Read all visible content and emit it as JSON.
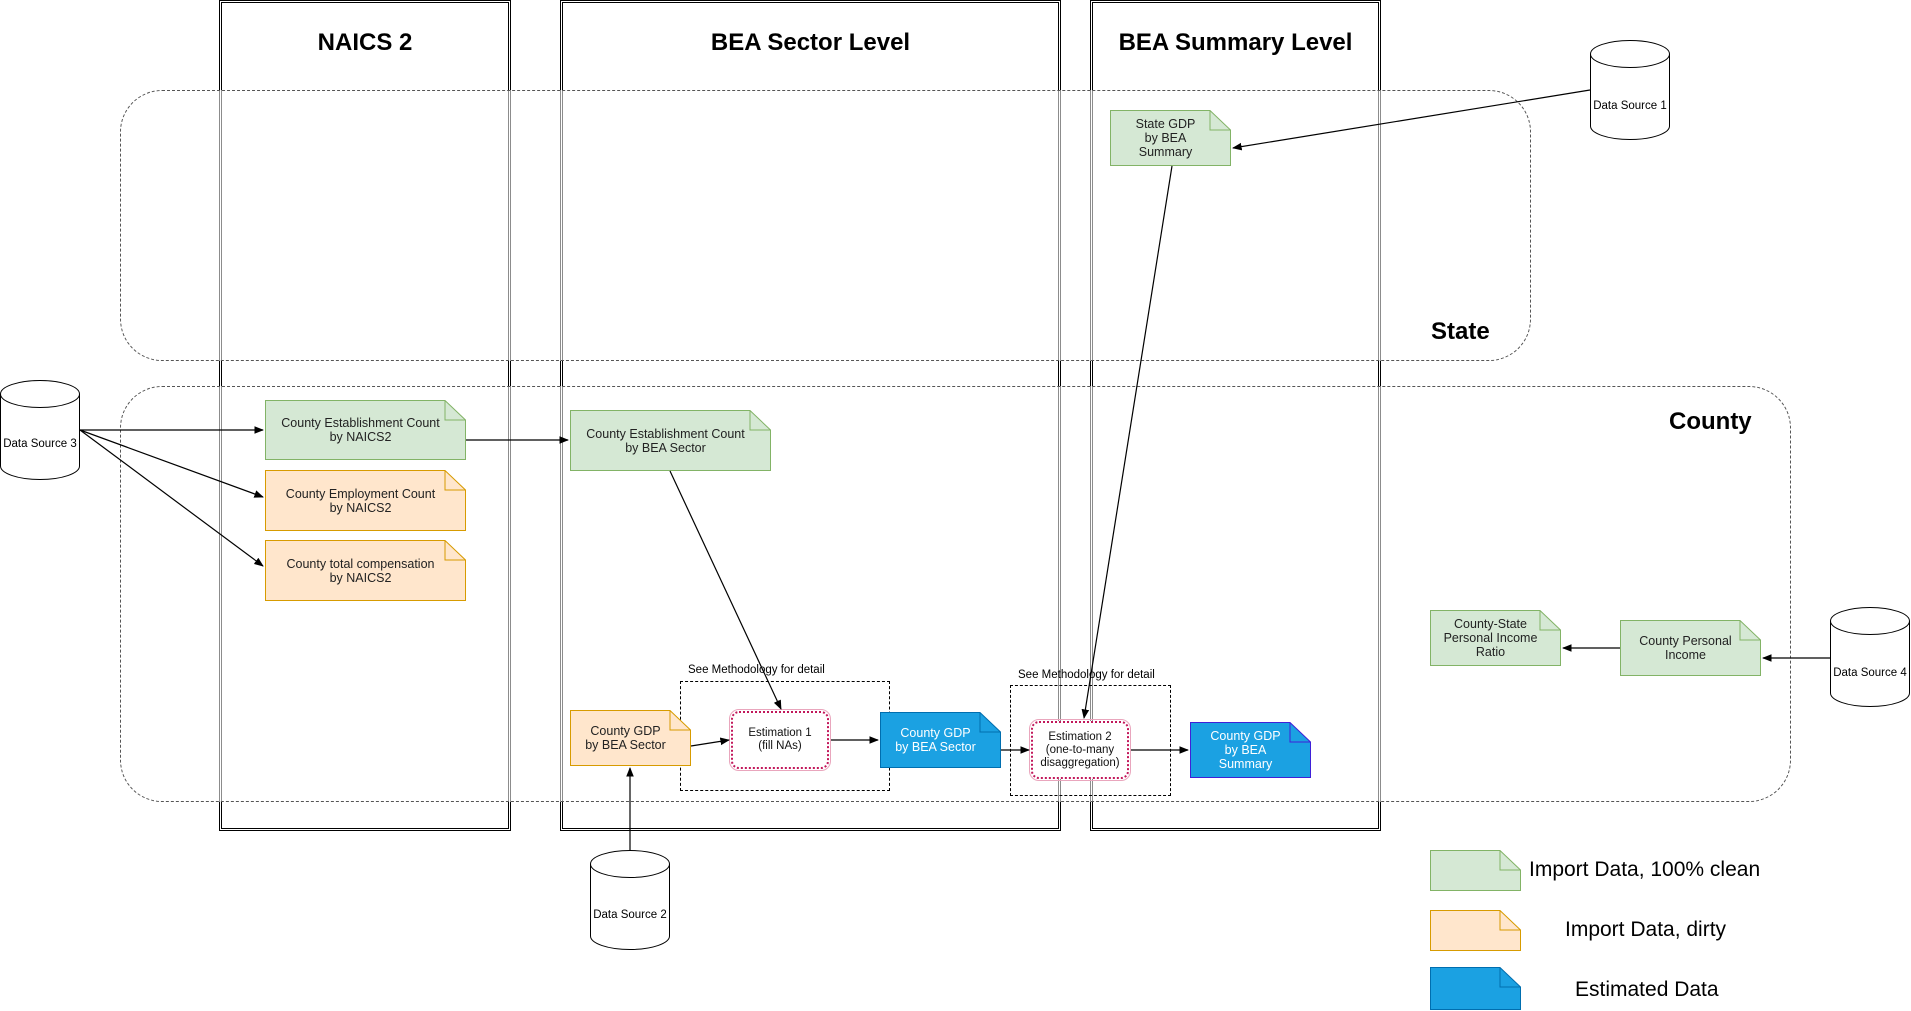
{
  "lanes": {
    "naics2": "NAICS 2",
    "bea_sector": "BEA Sector Level",
    "bea_summary": "BEA Summary Level"
  },
  "regions": {
    "state": "State",
    "county": "County"
  },
  "data_sources": {
    "ds1": "Data Source 1",
    "ds2": "Data Source 2",
    "ds3": "Data Source 3",
    "ds4": "Data Source 4"
  },
  "nodes": {
    "state_gdp_summary": "State GDP\nby BEA Summary",
    "county_estab_naics2": "County Establishment Count\nby NAICS2",
    "county_employment_naics2": "County Employment Count\nby NAICS2",
    "county_compensation_naics2": "County total compensation\nby NAICS2",
    "county_estab_sector": "County Establishment Count\nby BEA Sector",
    "county_gdp_sector_dirty": "County GDP\nby BEA Sector",
    "estimation1": "Estimation 1\n(fill NAs)",
    "county_gdp_sector_est": "County GDP\nby BEA Sector",
    "estimation2": "Estimation 2\n(one-to-many\ndisaggregation)",
    "county_gdp_summary_est": "County GDP\nby BEA Summary",
    "county_state_ratio": "County-State\nPersonal Income\nRatio",
    "county_personal_income": "County Personal\nIncome"
  },
  "methodology_note_1": "See Methodology for detail",
  "methodology_note_2": "See Methodology for detail",
  "legend": {
    "clean": "Import Data, 100% clean",
    "dirty": "Import Data, dirty",
    "estimated": "Estimated Data"
  },
  "colors": {
    "clean_fill": "#d5e8d4",
    "clean_stroke": "#82b366",
    "dirty_fill": "#ffe6cc",
    "dirty_stroke": "#d79b00",
    "estimated_fill": "#1ba1e2",
    "estimated_stroke": "#006eaf"
  }
}
